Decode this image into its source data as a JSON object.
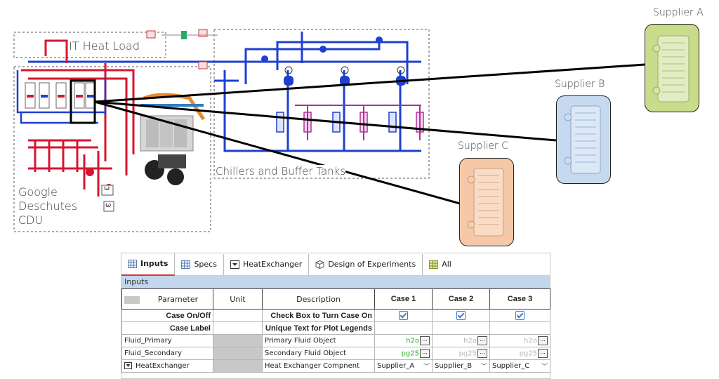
{
  "labels": {
    "it_heat_load": "IT Heat Load",
    "chillers": "Chillers and Buffer Tanks",
    "cdu_line1": "Google",
    "cdu_line2": "Deschutes",
    "cdu_line3": "CDU",
    "supplier_a": "Supplier A",
    "supplier_b": "Supplier B",
    "supplier_c": "Supplier C"
  },
  "colors": {
    "supply_blue": "#1f3fd1",
    "return_red": "#d8152f",
    "supplier_a": "#c8dc8c",
    "supplier_b": "#c6d9ef",
    "supplier_c": "#f5c9a8"
  },
  "panel": {
    "tabs": [
      {
        "label": "Inputs",
        "icon": "grid-icon"
      },
      {
        "label": "Specs",
        "icon": "grid-icon"
      },
      {
        "label": "HeatExchanger",
        "icon": "dropdown-icon"
      },
      {
        "label": "Design of Experiments",
        "icon": "cube-icon"
      },
      {
        "label": "All",
        "icon": "table-icon"
      }
    ],
    "section": "Inputs",
    "headers": {
      "parameter": "Parameter",
      "unit": "Unit",
      "description": "Description",
      "case1": "Case 1",
      "case2": "Case 2",
      "case3": "Case 3"
    },
    "rows": {
      "case_on_off": {
        "param": "Case On/Off",
        "desc": "Check Box to Turn Case On"
      },
      "case_label": {
        "param": "Case Label",
        "desc": "Unique Text for Plot Legends"
      },
      "fluid_primary": {
        "param": "Fluid_Primary",
        "desc": "Primary Fluid Object",
        "c1": "h2o",
        "c2": "h2o",
        "c3": "h2o",
        "btn": "..."
      },
      "fluid_secondary": {
        "param": "Fluid_Secondary",
        "desc": "Secondary Fluid Object",
        "c1": "pg25",
        "c2": "pg25",
        "c3": "pg25",
        "btn": "..."
      },
      "heat_exchanger": {
        "param": "HeatExchanger",
        "desc": "Heat Exchanger Compnent",
        "c1": "Supplier_A",
        "c2": "Supplier_B",
        "c3": "Supplier_C"
      }
    }
  }
}
